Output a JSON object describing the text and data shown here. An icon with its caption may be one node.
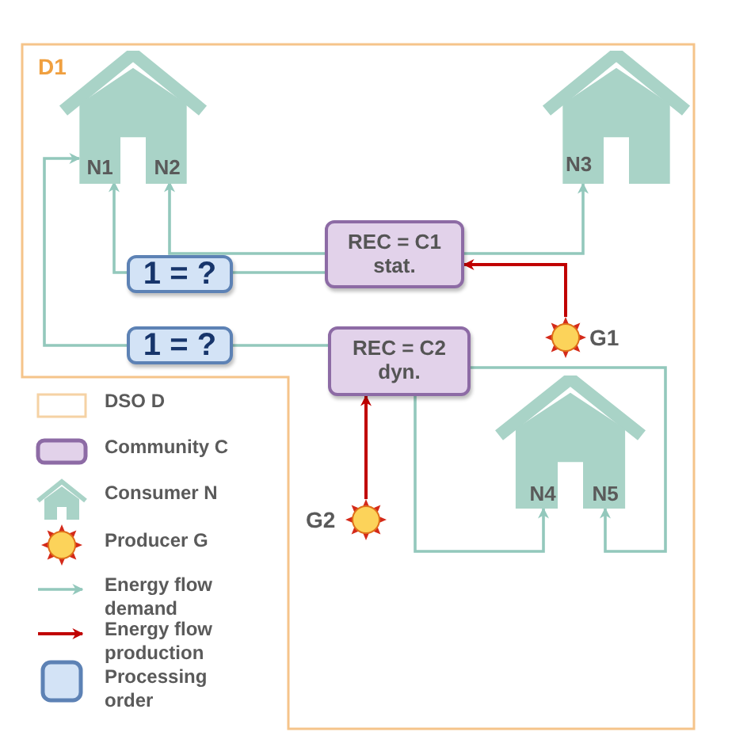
{
  "diagram": {
    "nodes": [
      {
        "text": [
          "D1"
        ]
      },
      {
        "text": [],
        "shape": "house",
        "in": 0
      },
      {
        "text": [
          "N1"
        ],
        "in": 1
      },
      {
        "text": [
          "N2"
        ],
        "in": 1
      },
      {
        "text": [
          "N3"
        ],
        "in": 0
      },
      {
        "text": [
          "REC = C1 stat."
        ],
        "in": 0
      },
      {
        "text": [
          "1 = ?"
        ],
        "in": 0
      },
      {
        "text": [
          "1 = ?"
        ],
        "in": 0
      },
      {
        "text": [
          "REC = C2 dyn."
        ],
        "in": 0
      },
      {
        "text": [],
        "shape": "sun",
        "beside": [
          "G1"
        ],
        "in": 0
      },
      {
        "text": [],
        "shape": "house",
        "in": 0
      },
      {
        "text": [
          "N4"
        ],
        "in": 10
      },
      {
        "text": [
          "N5"
        ],
        "in": 10
      },
      {
        "text": [],
        "shape": "sun",
        "beside": [
          "G2"
        ],
        "in": 0
      }
    ],
    "edges": [
      {
        "from": 5,
        "to": 3,
        "arrow": "to"
      },
      {
        "from": 5,
        "to": 6,
        "arrow": "none"
      },
      {
        "from": 6,
        "to": 2,
        "arrow": "to"
      },
      {
        "from": 5,
        "to": 4,
        "arrow": "to"
      },
      {
        "from": 8,
        "to": 7,
        "arrow": "none"
      },
      {
        "from": 7,
        "to": 2,
        "arrow": "to"
      },
      {
        "from": 8,
        "to": 11,
        "arrow": "to"
      },
      {
        "from": 8,
        "to": 12,
        "arrow": "to"
      },
      {
        "from": 9,
        "to": 5,
        "arrow": "to",
        "color": "#c00000"
      },
      {
        "from": 13,
        "to": 8,
        "arrow": "to",
        "color": "#c00000"
      }
    ],
    "legend": [
      {
        "text": "DSO D"
      },
      {
        "text": "Community C"
      },
      {
        "text": "Consumer N"
      },
      {
        "text": "Producer G"
      },
      {
        "text": "Energy flow demand"
      },
      {
        "text": "Energy flow production"
      },
      {
        "text": "Processing order"
      }
    ]
  }
}
